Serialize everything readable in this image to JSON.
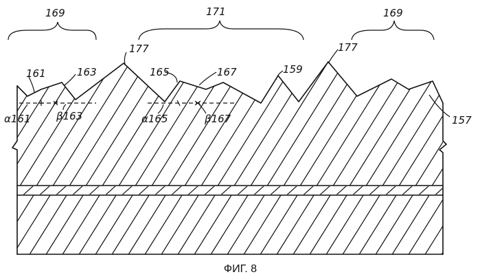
{
  "labels": {
    "brace_left": "169",
    "brace_middle": "171",
    "brace_right": "169",
    "peak_left": "177",
    "peak_right": "177",
    "ref_161": "161",
    "ref_163": "163",
    "ref_165": "165",
    "ref_167": "167",
    "ref_159": "159",
    "ref_157": "157",
    "angle_a161": "α161",
    "angle_b163": "β163",
    "angle_a165": "α165",
    "angle_b167": "β167"
  },
  "caption": "ФИГ. 8"
}
